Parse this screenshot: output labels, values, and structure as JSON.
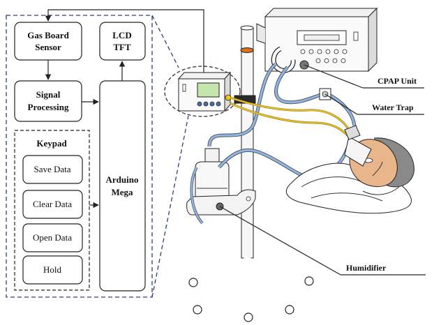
{
  "blocks": {
    "gas_sensor": [
      "Gas Board",
      "Sensor"
    ],
    "lcd": [
      "LCD",
      "TFT"
    ],
    "signal": [
      "Signal",
      "Processing"
    ],
    "arduino": [
      "Arduino",
      "Mega"
    ],
    "keypad_title": "Keypad",
    "keys": [
      "Save Data",
      "Clear Data",
      "Open Data",
      "Hold"
    ]
  },
  "callouts": {
    "cpap": "CPAP Unit",
    "water_trap": "Water Trap",
    "humidifier": "Humidifier"
  },
  "colors": {
    "block_frame": "#2c3f7a",
    "tube_blue": "#8fb7e0",
    "tube_yellow": "#e8c22a",
    "skin": "#e9b58a",
    "hair": "#8a8a8a",
    "orange_accent": "#e07020",
    "screen_green": "#c6e6b0"
  }
}
